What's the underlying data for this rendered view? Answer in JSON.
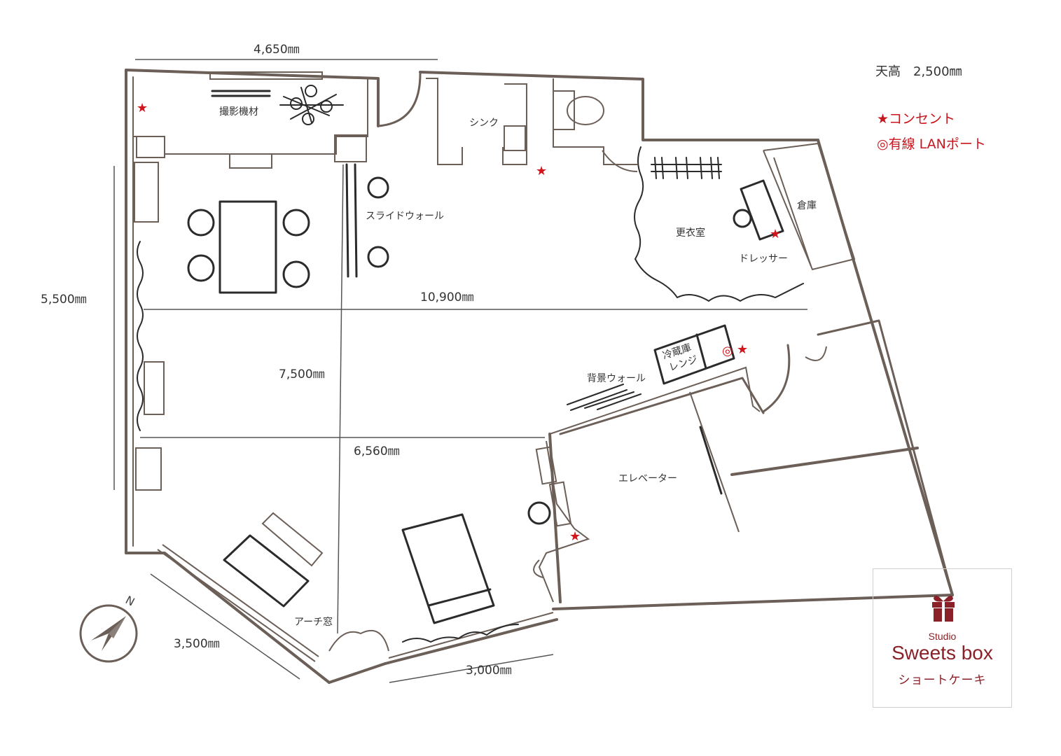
{
  "ceiling": {
    "label": "天高　2,500㎜"
  },
  "legend": {
    "outlet": "★コンセント",
    "lan": "◎有線 LANポート"
  },
  "dimensions": {
    "top_width": "4,650㎜",
    "left_height": "5,500㎜",
    "middle_width": "10,900㎜",
    "center_height": "7,500㎜",
    "lower_width": "6,560㎜",
    "window_left": "3,500㎜",
    "window_right": "3,000㎜"
  },
  "rooms": {
    "equipment": "撮影機材",
    "sink": "シンク",
    "slide_wall": "スライドウォール",
    "dressing_room": "更衣室",
    "storage": "倉庫",
    "dresser": "ドレッサー",
    "fridge_line1": "冷蔵庫",
    "fridge_line2": "レンジ",
    "background_wall": "背景ウォール",
    "elevator": "エレベーター",
    "arch_window": "アーチ窓"
  },
  "compass": {
    "north": "N"
  },
  "logo": {
    "studio": "Studio",
    "name": "Sweets box",
    "sub": "ショートケーキ",
    "accent_color": "#8a2128",
    "icon": "gift-box-icon"
  },
  "colors": {
    "wall": "#6b5f58",
    "outlet": "#d0161c"
  }
}
